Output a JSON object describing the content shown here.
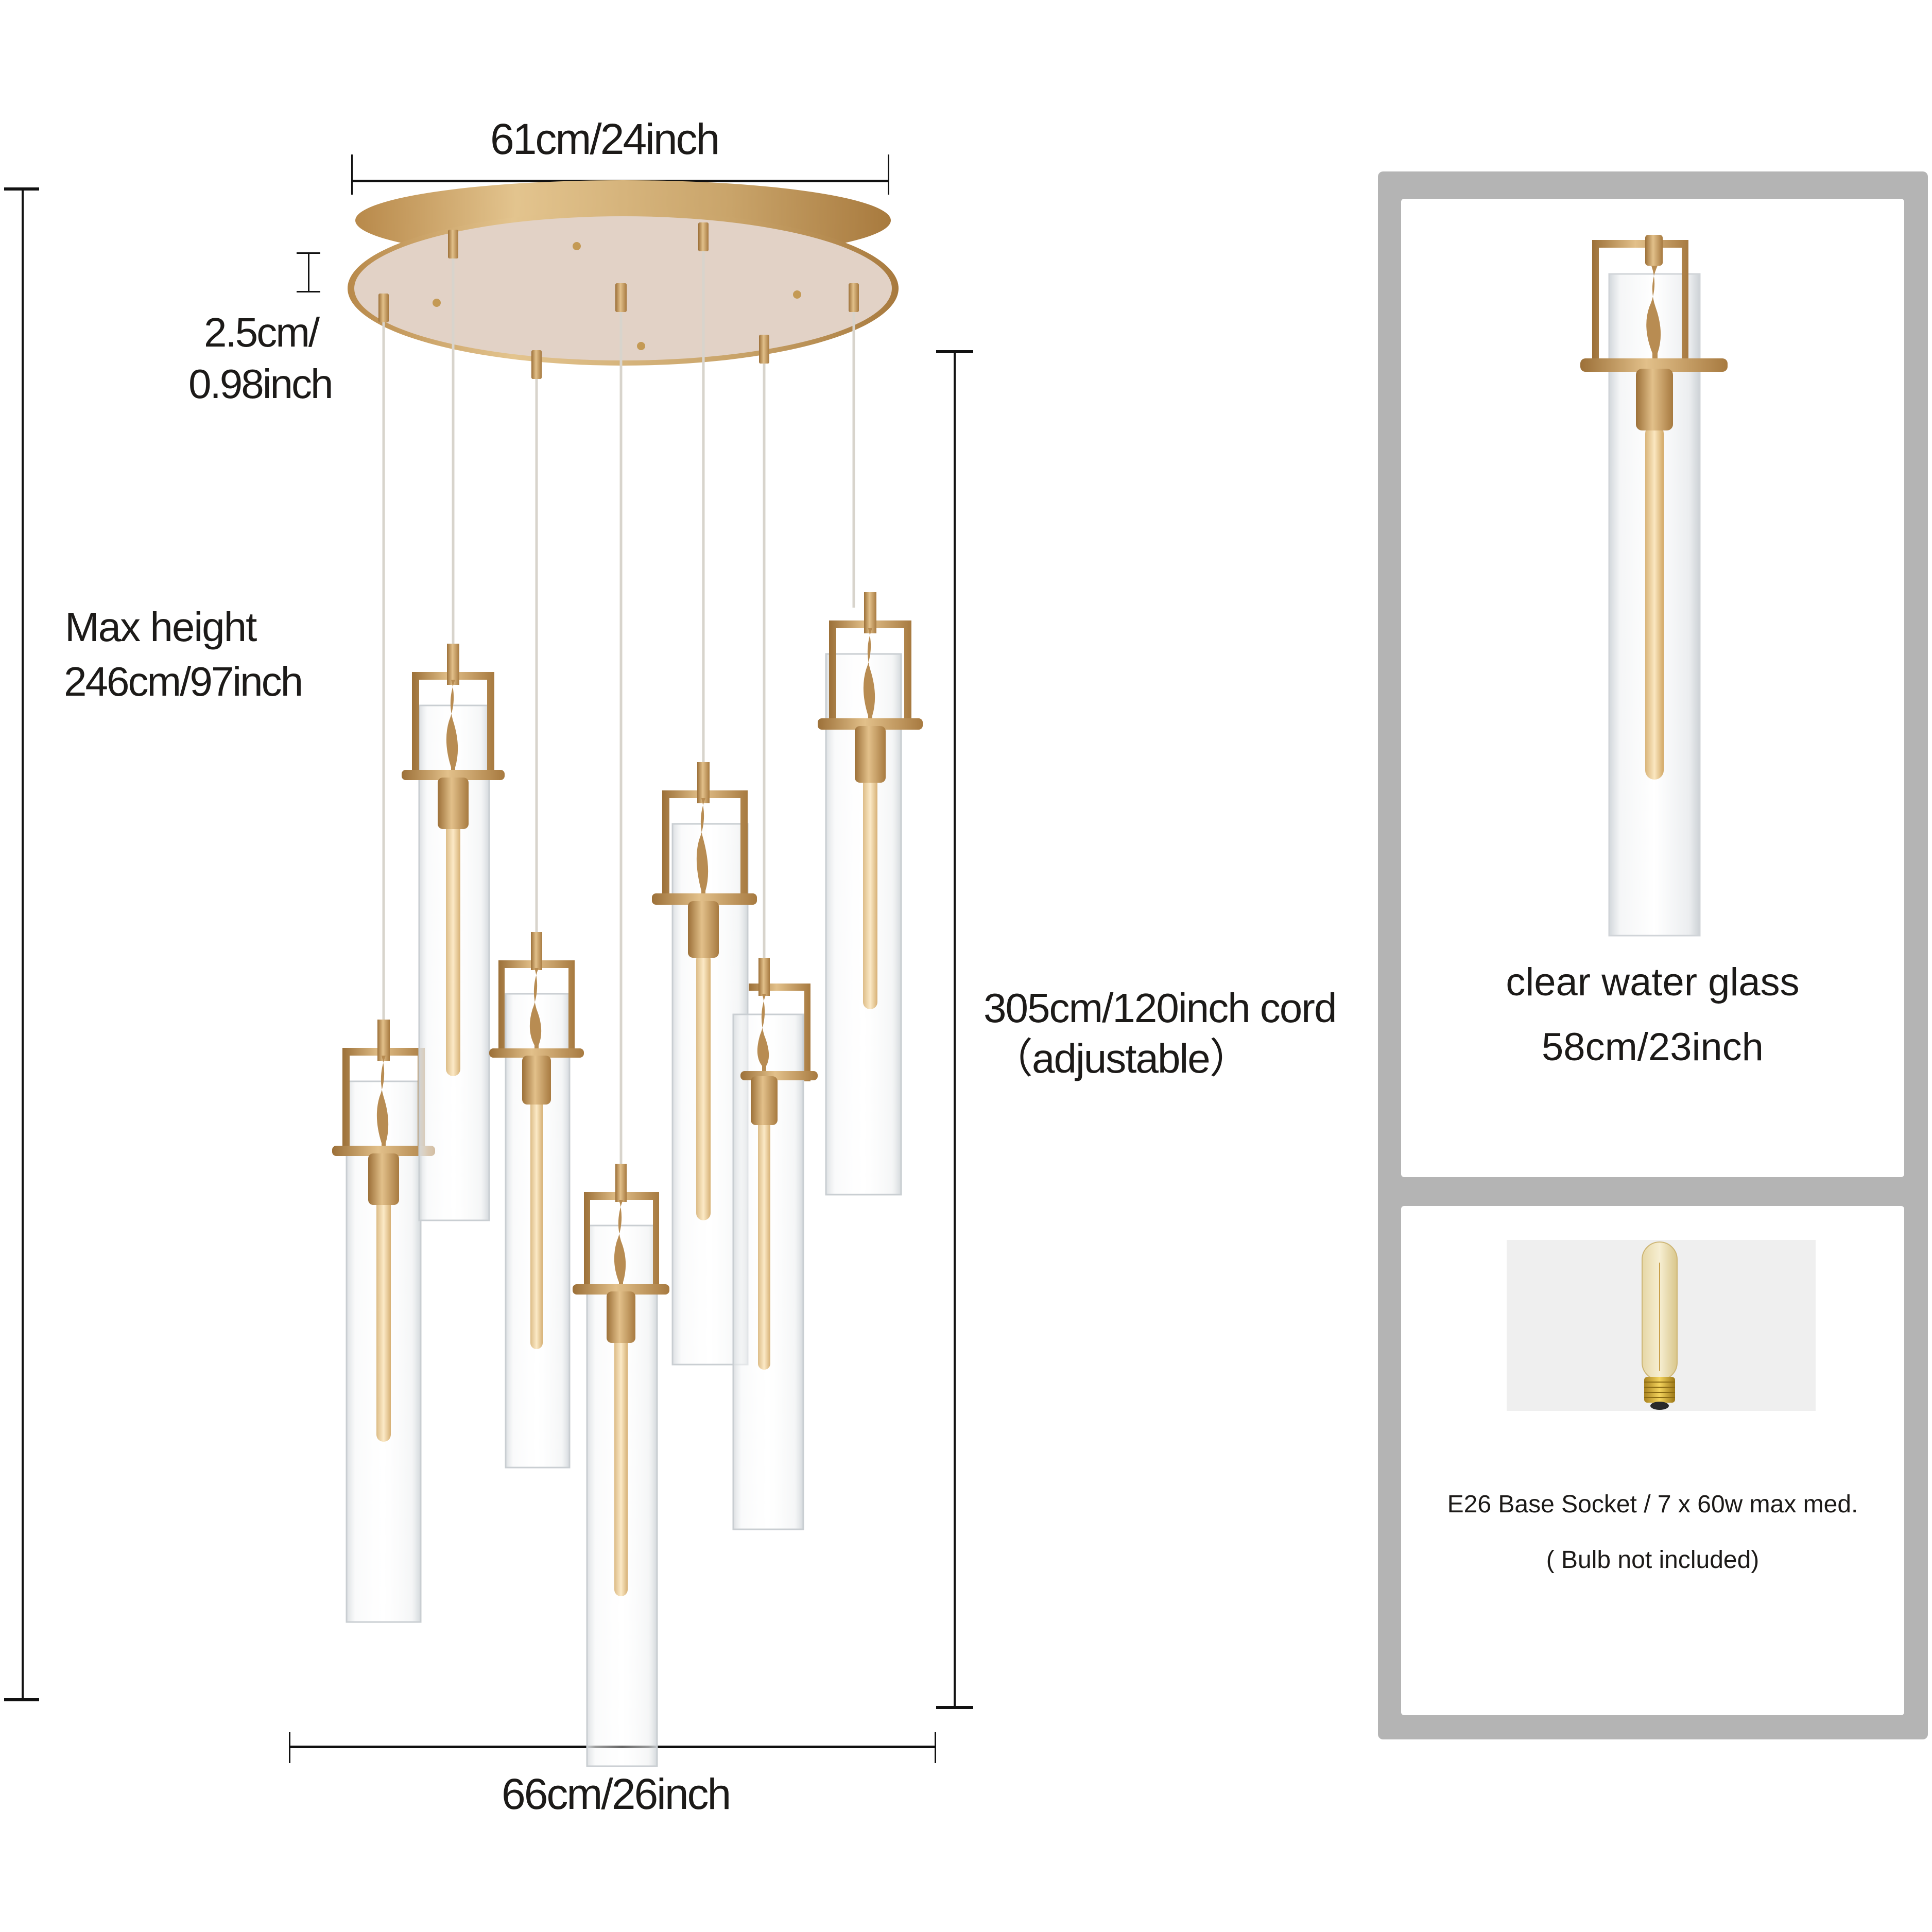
{
  "dimensions": {
    "canopy_diameter": "61cm/24inch",
    "canopy_height_line1": "2.5cm/",
    "canopy_height_line2": "0.98inch",
    "max_height_line1": "Max height",
    "max_height_line2": "246cm/97inch",
    "cord_line1": "305cm/120inch cord",
    "cord_line2": "（adjustable）",
    "overall_width": "66cm/26inch"
  },
  "panels": {
    "shade": {
      "title": "clear water glass",
      "size": "58cm/23inch"
    },
    "bulb": {
      "spec": "E26 Base Socket / 7 x 60w max med.",
      "note": "( Bulb not included)"
    }
  },
  "product": {
    "pendant_count": 7,
    "finish_color": "#c9a46a",
    "canopy_face_color": "#e2d2c6",
    "frame_color": "#b4b4b4",
    "glass": "clear water glass"
  }
}
